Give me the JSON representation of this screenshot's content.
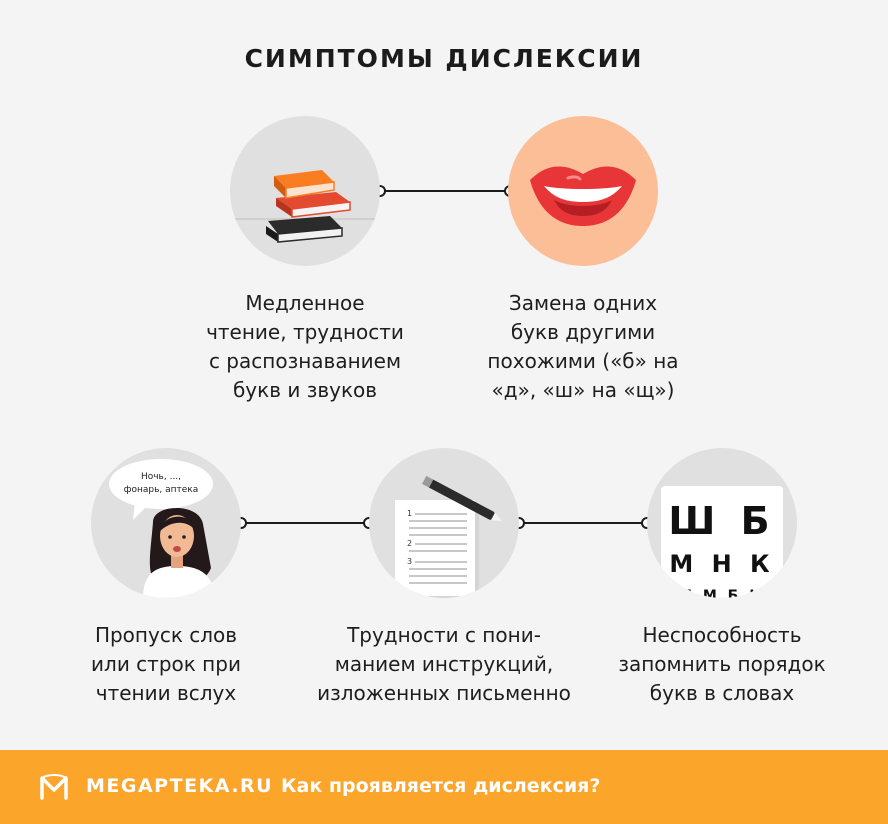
{
  "title": "СИМПТОМЫ ДИСЛЕКСИИ",
  "symptoms": [
    {
      "caption": "Медленное\nчтение, трудности\nс распознаванием\nбукв и звуков",
      "icon": "books-icon"
    },
    {
      "caption": "Замена одних\nбукв другими\nпохожими («б» на\n«д», «ш» на «щ»)",
      "icon": "lips-icon"
    },
    {
      "caption": "Пропуск слов\nили строк при\nчтении вслух",
      "icon": "girl-speaking-icon",
      "speech": "Ночь, ...,\nфонарь, аптека"
    },
    {
      "caption": "Трудности с пони-\nманием инструкций,\nизложенных письменно",
      "icon": "document-pen-icon",
      "list_numbers": [
        "1",
        "2",
        "3"
      ]
    },
    {
      "caption": "Неспособность\nзапомнить порядок\nбукв в словах",
      "icon": "eye-chart-icon",
      "chart_rows": [
        "Ш Б",
        "М Н К",
        "Л М Б К"
      ]
    }
  ],
  "footer": {
    "brand": "MEGAPTEKA.RU",
    "tagline": "Как проявляется дислексия?",
    "color": "#fba52a"
  }
}
